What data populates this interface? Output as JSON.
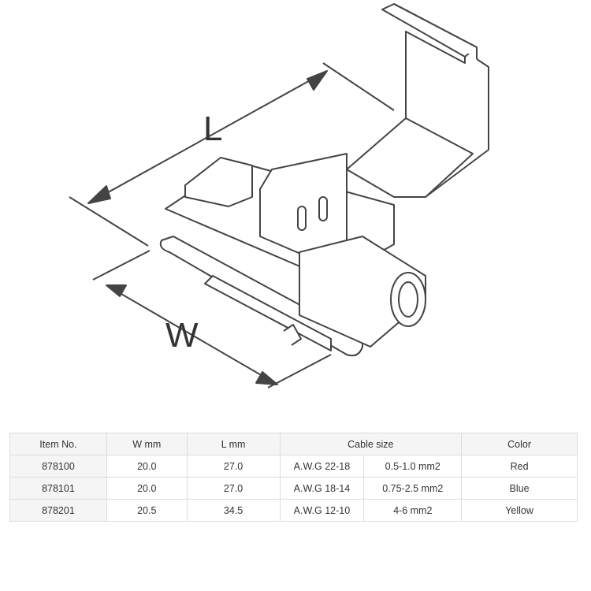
{
  "drawing": {
    "label_l": "L",
    "label_w": "W"
  },
  "table": {
    "headers": {
      "item": "Item No.",
      "w": "W mm",
      "l": "L mm",
      "cable": "Cable size",
      "color": "Color"
    },
    "rows": [
      {
        "item": "878100",
        "w": "20.0",
        "l": "27.0",
        "awg": "A.W.G 22-18",
        "mm2": "0.5-1.0 mm2",
        "color": "Red"
      },
      {
        "item": "878101",
        "w": "20.0",
        "l": "27.0",
        "awg": "A.W.G 18-14",
        "mm2": "0.75-2.5 mm2",
        "color": "Blue"
      },
      {
        "item": "878201",
        "w": "20.5",
        "l": "34.5",
        "awg": "A.W.G 12-10",
        "mm2": "4-6 mm2",
        "color": "Yellow"
      }
    ]
  }
}
